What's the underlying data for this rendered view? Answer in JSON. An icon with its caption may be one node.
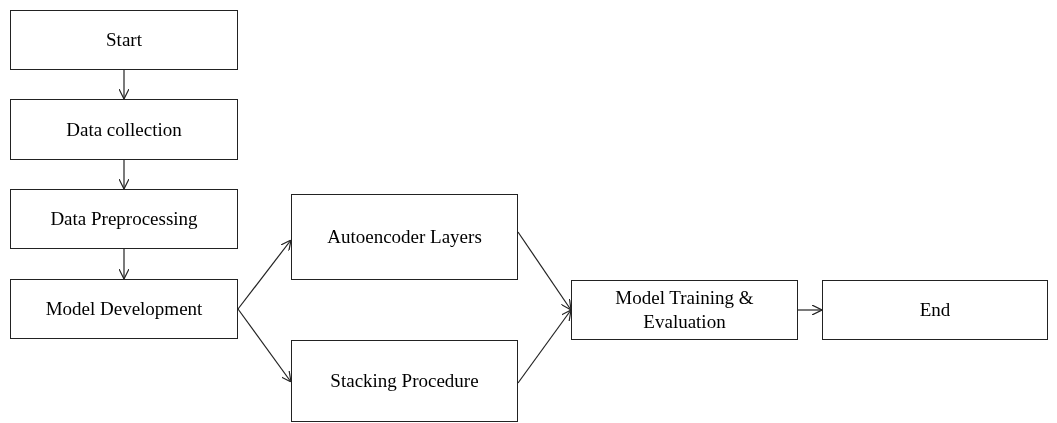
{
  "diagram": {
    "nodes": [
      {
        "text": [
          "Start"
        ]
      },
      {
        "text": [
          "Data collection"
        ]
      },
      {
        "text": [
          "Data Preprocessing"
        ]
      },
      {
        "text": [
          "Model Development"
        ]
      },
      {
        "text": [
          "Autoencoder Layers"
        ]
      },
      {
        "text": [
          "Stacking Procedure"
        ]
      },
      {
        "text": [
          "Model Training & Evaluation"
        ]
      },
      {
        "text": [
          "End"
        ]
      }
    ],
    "edges": [
      {
        "from": 0,
        "to": 1,
        "arrow": "to"
      },
      {
        "from": 1,
        "to": 2,
        "arrow": "to"
      },
      {
        "from": 2,
        "to": 3,
        "arrow": "to"
      },
      {
        "from": 3,
        "to": 4,
        "arrow": "to"
      },
      {
        "from": 3,
        "to": 5,
        "arrow": "to"
      },
      {
        "from": 4,
        "to": 6,
        "arrow": "to"
      },
      {
        "from": 5,
        "to": 6,
        "arrow": "to"
      },
      {
        "from": 6,
        "to": 7,
        "arrow": "to"
      }
    ]
  }
}
